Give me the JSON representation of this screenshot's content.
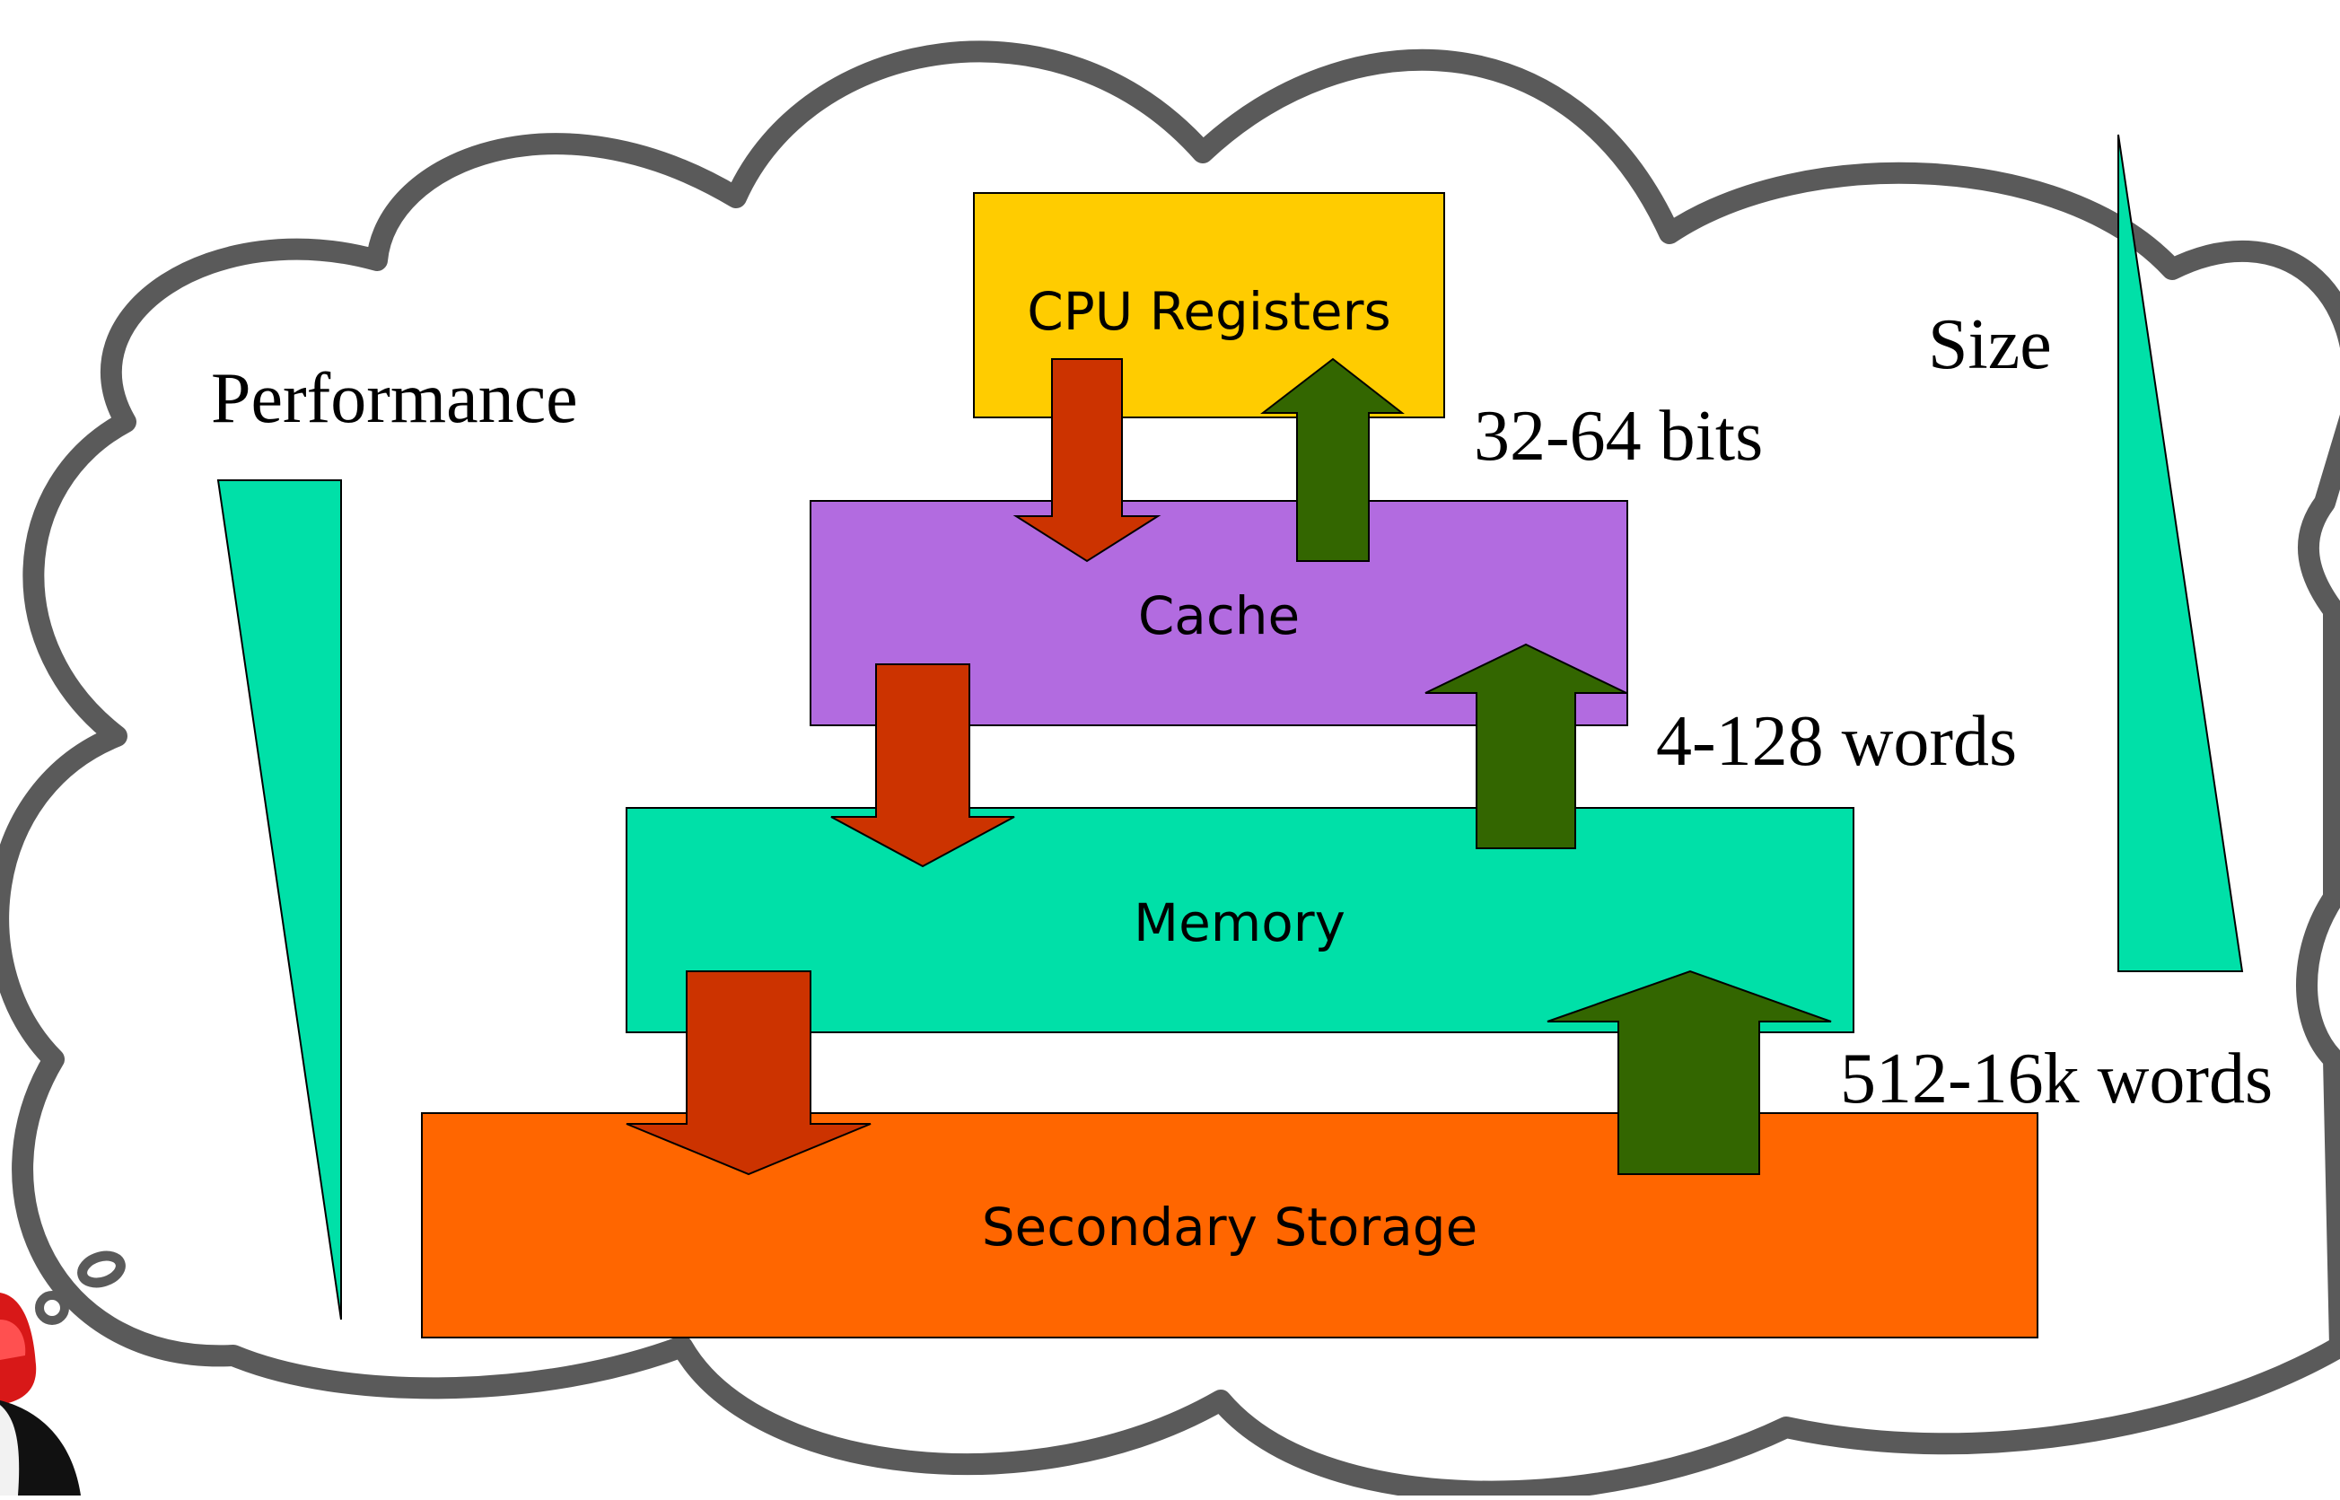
{
  "levels": [
    {
      "label": "CPU Registers",
      "color": "#FFCC00"
    },
    {
      "label": "Cache",
      "color": "#B26BE0"
    },
    {
      "label": "Memory",
      "color": "#00E0A8"
    },
    {
      "label": "Secondary Storage",
      "color": "#FF6600"
    }
  ],
  "transfer_sizes": [
    {
      "label": "32-64 bits"
    },
    {
      "label": "4-128 words"
    },
    {
      "label": "512-16k words"
    }
  ],
  "performance": {
    "label": "Performance",
    "icon": "wedge-decreasing-downward"
  },
  "size": {
    "label": "Size",
    "icon": "wedge-increasing-downward"
  },
  "colors": {
    "cloud_outline": "#5a5a5a",
    "cloud_fill": "#ffffff",
    "arrow_down": "#CC3300",
    "arrow_up": "#336600",
    "wedge": "#00E0A8"
  },
  "thinker": {
    "icon": "thinking-person-icon",
    "bubble_icon": "thought-bubble-dots-icon"
  }
}
